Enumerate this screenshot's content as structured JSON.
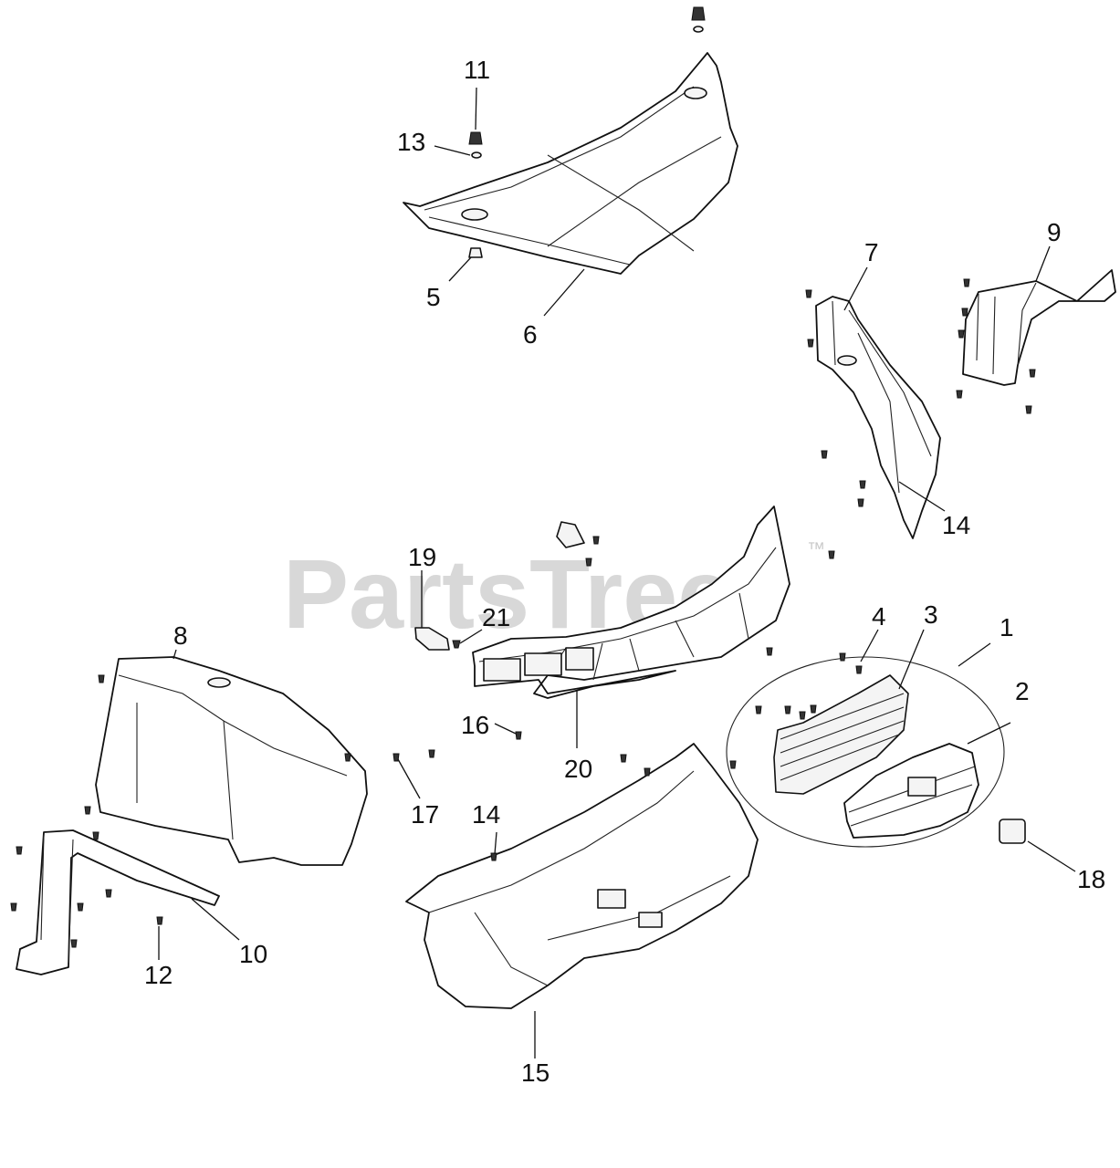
{
  "watermark": {
    "text": "PartsTree",
    "tm": "™"
  },
  "callouts": [
    "1",
    "2",
    "3",
    "4",
    "5",
    "6",
    "7",
    "8",
    "9",
    "10",
    "11",
    "12",
    "13",
    "14",
    "14",
    "15",
    "16",
    "17",
    "18",
    "19",
    "20",
    "21"
  ]
}
